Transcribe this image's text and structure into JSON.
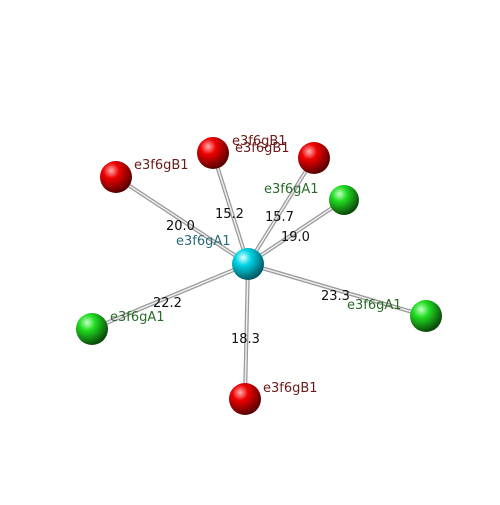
{
  "center": {
    "label": "e3f6gA1",
    "color": "#00d4e6",
    "label_color": "#2a6b78"
  },
  "neighbors": [
    {
      "label": "e3f6gB1",
      "distance": "20.0",
      "kind": "B"
    },
    {
      "label": "e3f6gB1",
      "distance": "15.2",
      "kind": "B"
    },
    {
      "label": "e3f6gB1",
      "distance": "15.7",
      "kind": "B"
    },
    {
      "label": "e3f6gA1",
      "distance": "19.0",
      "kind": "A"
    },
    {
      "label": "e3f6gA1",
      "distance": "23.3",
      "kind": "A"
    },
    {
      "label": "e3f6gB1",
      "distance": "18.3",
      "kind": "B"
    },
    {
      "label": "e3f6gA1",
      "distance": "22.2",
      "kind": "A"
    }
  ],
  "colors": {
    "B": "#ee0000",
    "A": "#22dd22",
    "B_label": "#6b1a1a",
    "A_label": "#2a6b2a",
    "bond": "#cccccc"
  }
}
